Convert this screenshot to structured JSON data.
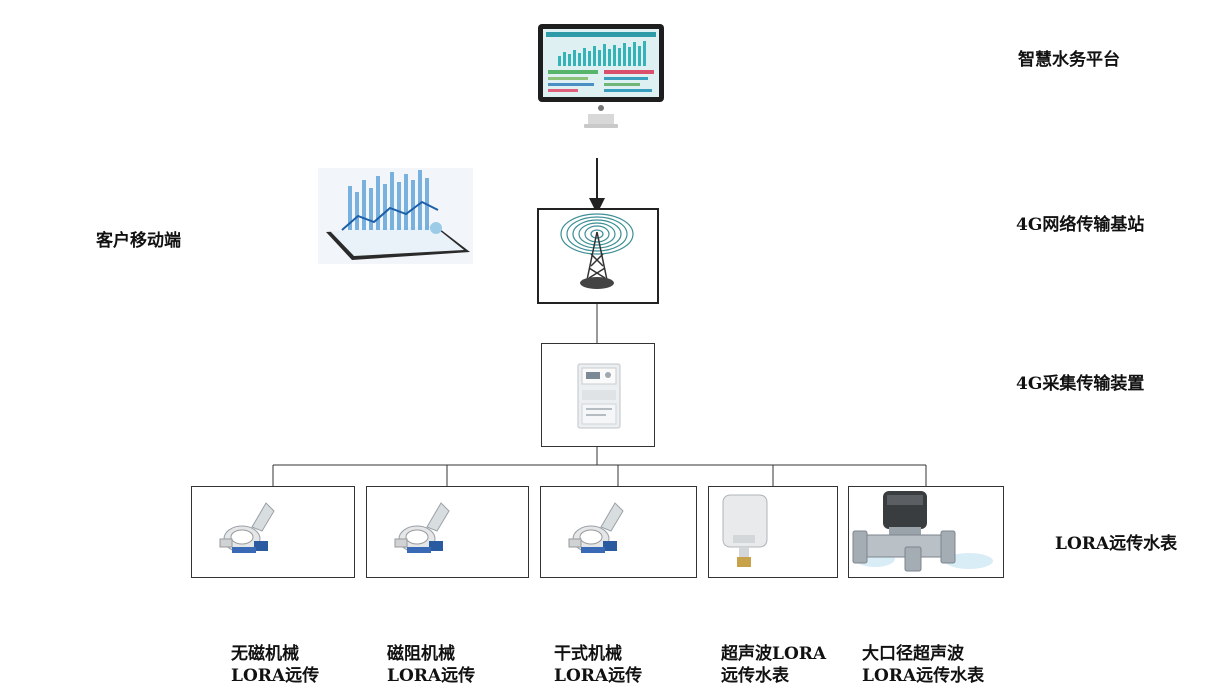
{
  "labels": {
    "platform": "智慧水务平台",
    "mobile": "客户移动端",
    "base_station": "4G网络传输基站",
    "collector": "4G采集传输装置",
    "lora_meters": "LORA远传水表"
  },
  "meters": [
    {
      "line1": "无磁机械",
      "line2": "LORA远传"
    },
    {
      "line1": "磁阻机械",
      "line2": "LORA远传"
    },
    {
      "line1": "干式机械",
      "line2": "LORA远传"
    },
    {
      "line1": "超声波LORA",
      "line2": "远传水表"
    },
    {
      "line1": "大口径超声波",
      "line2": "LORA远传水表"
    }
  ]
}
